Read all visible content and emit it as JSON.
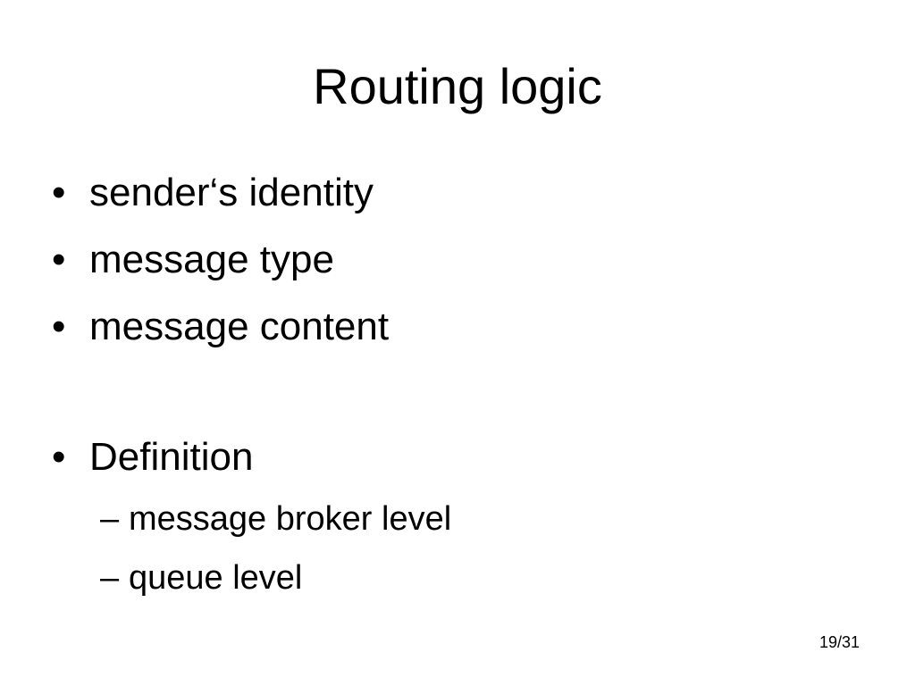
{
  "slide": {
    "title": "Routing logic",
    "bullets": [
      "sender‘s identity",
      "message type",
      "message content",
      "Definition"
    ],
    "sub_bullets": [
      "message broker level",
      "queue level"
    ],
    "bullet_symbol": "•",
    "sub_bullet_symbol": "–",
    "page_number": "19/31"
  }
}
